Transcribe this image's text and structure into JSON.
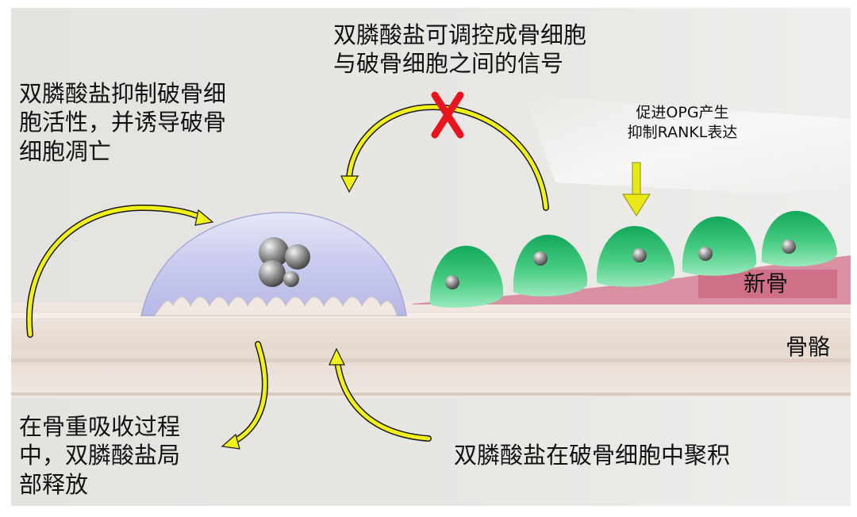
{
  "labels": {
    "top_signal": [
      "双膦酸盐可调控成骨细胞",
      "与破骨细胞之间的信号"
    ],
    "inhibit": [
      "双膦酸盐抑制破骨细",
      "胞活性，并诱导破骨",
      "细胞凋亡"
    ],
    "opg": [
      "促进OPG产生",
      "抑制RANKL表达"
    ],
    "new_bone": "新骨",
    "bone": "骨骼",
    "release": [
      "在骨重吸收过程",
      "中，双膦酸盐局",
      "部释放"
    ],
    "accumulate": "双膦酸盐在破骨细胞中聚积",
    "block_mark": "X"
  },
  "colors": {
    "arrow": "#f2f214",
    "arrow_outline": "#1a1a1a",
    "block_x": "#e8141e",
    "osteoclast": "#c6c8ec",
    "osteoblast": "#2fbf6f",
    "new_bone": "#cf6f88",
    "bone": "#e9ddd5"
  },
  "icons": [
    "curved-arrow",
    "down-arrow",
    "block-x",
    "nucleus-cluster"
  ]
}
